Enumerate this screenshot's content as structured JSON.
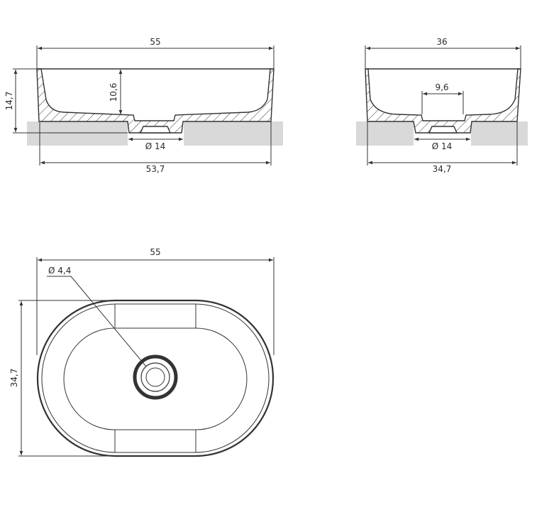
{
  "title": "Oval countertop washbasin technical drawing",
  "colors": {
    "line": "#333333",
    "counter": "#d9d9d9",
    "text": "#2b2b2b"
  },
  "front_view": {
    "width_top": "55",
    "width_bottom": "53,7",
    "height_total": "14,7",
    "bowl_depth": "10,6",
    "drain_cutout": "Ø 14"
  },
  "side_view": {
    "width_top": "36",
    "width_bottom": "34,7",
    "drain_flat": "9,6",
    "drain_cutout": "Ø 14"
  },
  "top_view": {
    "length": "55",
    "width": "34,7",
    "drain_diameter": "Ø 4,4"
  }
}
